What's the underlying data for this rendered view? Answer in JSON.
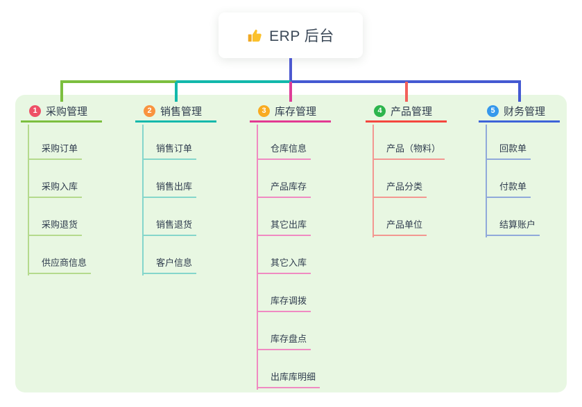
{
  "root": {
    "title": "ERP 后台",
    "icon": "thumbs-up-icon"
  },
  "colors": {
    "page_bg": "#ffffff",
    "panel_bg": "#e8f7e2",
    "root_line": "#4d59d0",
    "rail_green": "#7cbf3f",
    "rail_teal": "#12b8ab",
    "rail_blue": "#4459d2",
    "text": "#2f3c4e",
    "title_text": "#3b4857"
  },
  "branches": [
    {
      "badge": "1",
      "label": "采购管理",
      "badge_color": "#ee5066",
      "line_color": "#7cbf3f",
      "drop_color": "#7cbf3f",
      "child_line_color": "#b4da8c",
      "children": [
        "采购订单",
        "采购入库",
        "采购退货",
        "供应商信息"
      ]
    },
    {
      "badge": "2",
      "label": "销售管理",
      "badge_color": "#f9933f",
      "line_color": "#12b8ab",
      "drop_color": "#12b8ab",
      "child_line_color": "#84d6cb",
      "children": [
        "销售订单",
        "销售出库",
        "销售退货",
        "客户信息"
      ]
    },
    {
      "badge": "3",
      "label": "库存管理",
      "badge_color": "#f9ab20",
      "line_color": "#e23a92",
      "drop_color": "#dd3d98",
      "child_line_color": "#f08ac2",
      "children": [
        "仓库信息",
        "产品库存",
        "其它出库",
        "其它入库",
        "库存调拨",
        "库存盘点",
        "出库库明细"
      ]
    },
    {
      "badge": "4",
      "label": "产品管理",
      "badge_color": "#2db54d",
      "line_color": "#f4473e",
      "drop_color": "#f2605b",
      "child_line_color": "#f39791",
      "children": [
        "产品（物料）",
        "产品分类",
        "产品单位"
      ]
    },
    {
      "badge": "5",
      "label": "财务管理",
      "badge_color": "#3598ec",
      "line_color": "#3d64d8",
      "drop_color": "#4459d2",
      "child_line_color": "#90a9da",
      "children": [
        "回款单",
        "付款单",
        "结算账户"
      ]
    }
  ]
}
